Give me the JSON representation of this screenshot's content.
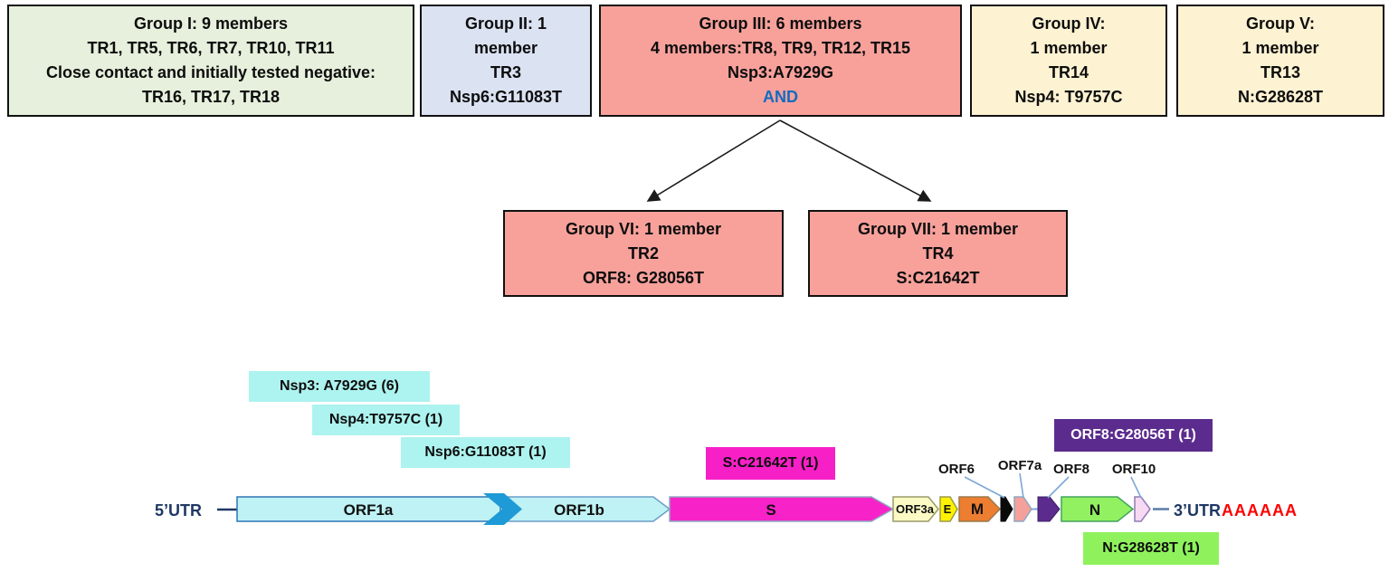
{
  "figure": {
    "description_title": "SARS-CoV-2 transmission groups and genome mutation map"
  },
  "groups": [
    {
      "id": "group-i",
      "lines": [
        "Group I: 9 members",
        "TR1, TR5, TR6, TR7, TR10, TR11",
        "Close contact and initially tested negative:",
        "TR16, TR17, TR18"
      ],
      "bg": "#e6f0dc"
    },
    {
      "id": "group-ii",
      "lines": [
        "Group II: 1",
        "member",
        "TR3",
        "Nsp6:G11083T"
      ],
      "bg": "#dbe2f2"
    },
    {
      "id": "group-iii",
      "lines": [
        "Group III: 6 members",
        "4 members:TR8, TR9, TR12, TR15",
        "Nsp3:A7929G",
        "AND"
      ],
      "bg": "#f8a19b"
    },
    {
      "id": "group-iv",
      "lines": [
        "Group IV:",
        "1 member",
        "TR14",
        "Nsp4: T9757C"
      ],
      "bg": "#fdf2d2"
    },
    {
      "id": "group-v",
      "lines": [
        "Group V:",
        "1 member",
        "TR13",
        "N:G28628T"
      ],
      "bg": "#fdf2d2"
    },
    {
      "id": "group-vi",
      "lines": [
        "Group VI: 1 member",
        "TR2",
        "ORF8: G28056T"
      ],
      "bg": "#f8a19b"
    },
    {
      "id": "group-vii",
      "lines": [
        "Group VII: 1 member",
        "TR4",
        "S:C21642T"
      ],
      "bg": "#f8a19b"
    }
  ],
  "mutation_labels": [
    {
      "id": "nsp3",
      "text": "Nsp3: A7929G (6)",
      "bg": "#adf3ef"
    },
    {
      "id": "nsp4",
      "text": "Nsp4:T9757C (1)",
      "bg": "#adf3ef"
    },
    {
      "id": "nsp6",
      "text": "Nsp6:G11083T (1)",
      "bg": "#adf3ef"
    },
    {
      "id": "s",
      "text": "S:C21642T (1)",
      "bg": "#f720c7"
    },
    {
      "id": "orf8",
      "text": "ORF8:G28056T (1)",
      "bg": "#5b2c8d"
    },
    {
      "id": "n",
      "text": "N:G28628T (1)",
      "bg": "#8ff25d"
    }
  ],
  "genome": {
    "utr5_label": "5’UTR",
    "utr3_label": "3’UTR",
    "poly_a": "AAAAAA",
    "segments": [
      {
        "name": "ORF1a",
        "color": "#bff2f4"
      },
      {
        "name": "ORF1b",
        "color": "#bff2f4"
      },
      {
        "name": "S",
        "color": "#f723c9"
      },
      {
        "name": "ORF3a",
        "color": "#fbfac5"
      },
      {
        "name": "E",
        "color": "#fff200"
      },
      {
        "name": "M",
        "color": "#ed7d31"
      },
      {
        "name": "ORF6",
        "color": "#0a0a0a"
      },
      {
        "name": "ORF7a",
        "color": "#f5a09a"
      },
      {
        "name": "ORF8",
        "color": "#5b2c8d"
      },
      {
        "name": "N",
        "color": "#92f161"
      },
      {
        "name": "ORF10",
        "color": "#f8d9f3"
      }
    ]
  },
  "colors": {
    "and_text": "#0f6cc0",
    "utr_text": "#1f3864",
    "poly_a_text": "#fe0000",
    "arrow": "#1a1a1a",
    "leader_line": "#7da7d8",
    "chevron": "#1e9ad6"
  }
}
